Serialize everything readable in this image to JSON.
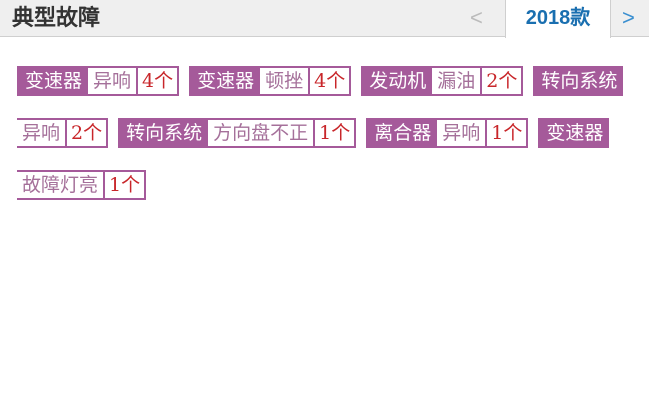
{
  "header": {
    "title": "典型故障",
    "prev": "<",
    "tab": "2018款",
    "next": ">"
  },
  "colors": {
    "tag": "#a55a9a",
    "count": "#c8262a",
    "tab_text": "#1a6fb0"
  },
  "faults": [
    {
      "system": "变速器",
      "issue": "异响",
      "count": "4个"
    },
    {
      "system": "变速器",
      "issue": "顿挫",
      "count": "4个"
    },
    {
      "system": "发动机",
      "issue": "漏油",
      "count": "2个"
    },
    {
      "system": "转向系统",
      "issue": "异响",
      "count": "2个"
    },
    {
      "system": "转向系统",
      "issue": "方向盘不正",
      "count": "1个"
    },
    {
      "system": "离合器",
      "issue": "异响",
      "count": "1个"
    },
    {
      "system": "变速器",
      "issue": "故障灯亮",
      "count": "1个"
    }
  ]
}
